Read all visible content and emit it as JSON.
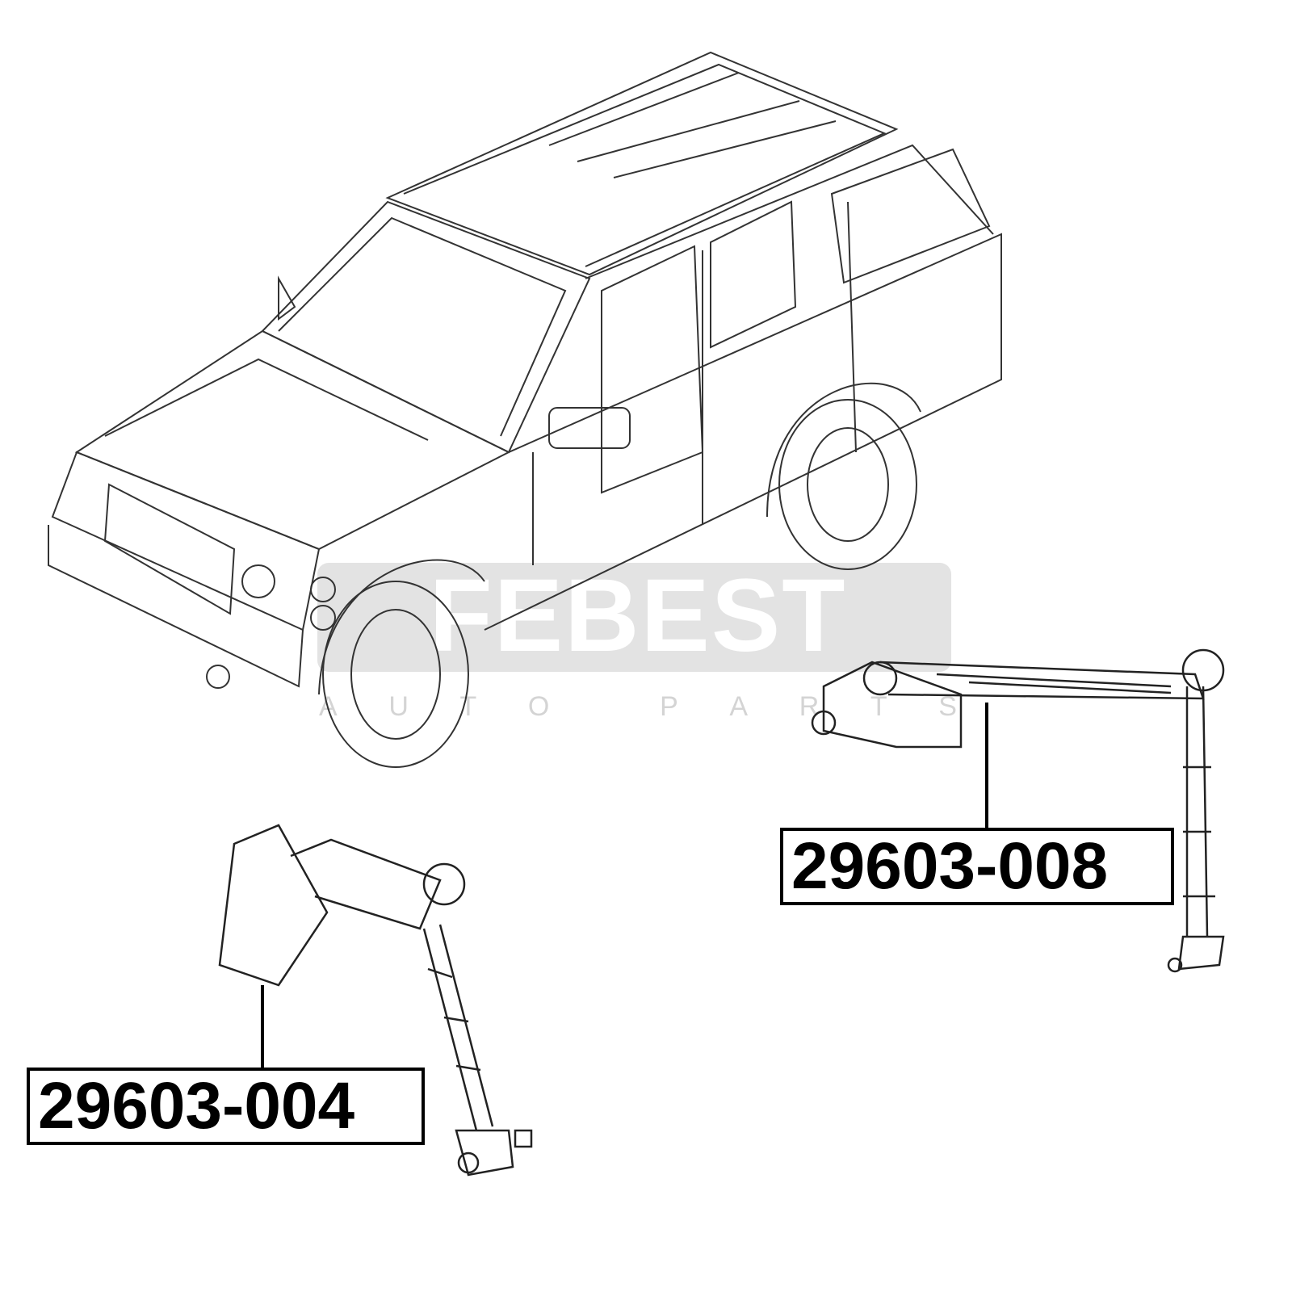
{
  "watermark": {
    "brand": "FEBEST",
    "tagline_letters": [
      "A",
      "U",
      "T",
      "O",
      "",
      "P",
      "A",
      "R",
      "T",
      "S"
    ]
  },
  "parts": [
    {
      "part_number": "29603-008",
      "description_icon": "rear-height-sensor-icon"
    },
    {
      "part_number": "29603-004",
      "description_icon": "front-height-sensor-icon"
    }
  ]
}
